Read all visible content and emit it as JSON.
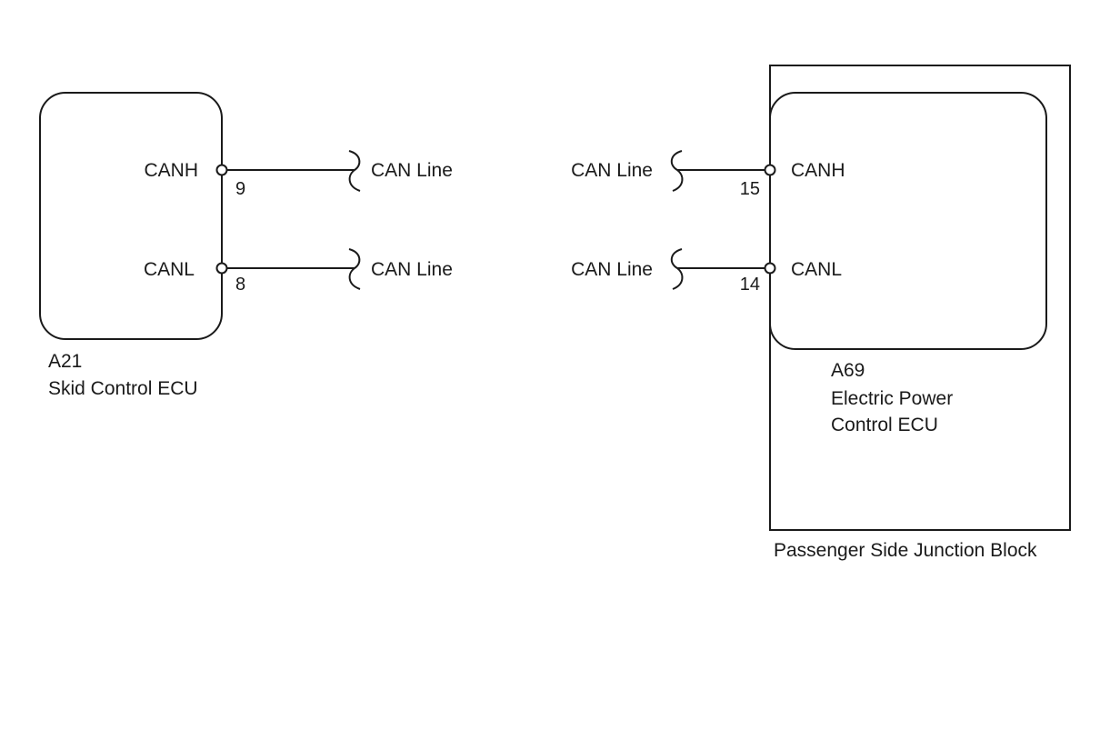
{
  "left_ecu": {
    "code": "A21",
    "name": "Skid Control ECU",
    "terminals": [
      {
        "signal": "CANH",
        "pin": "9"
      },
      {
        "signal": "CANL",
        "pin": "8"
      }
    ]
  },
  "right_ecu": {
    "code": "A69",
    "name_line1": "Electric Power",
    "name_line2": "Control ECU",
    "terminals": [
      {
        "signal": "CANH",
        "pin": "15"
      },
      {
        "signal": "CANL",
        "pin": "14"
      }
    ]
  },
  "junction_block": {
    "label": "Passenger Side Junction Block"
  },
  "wires": {
    "left_top": "CAN Line",
    "left_bottom": "CAN Line",
    "right_top": "CAN Line",
    "right_bottom": "CAN Line"
  }
}
